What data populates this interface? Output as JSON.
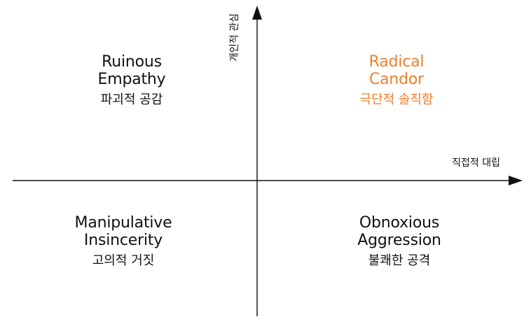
{
  "colors": {
    "axis": "#111111",
    "text": "#111111",
    "highlight": "#ee7f2d"
  },
  "axes": {
    "x_label": "직접적 대립",
    "y_label": "개인적 관심"
  },
  "quadrants": {
    "top_left": {
      "line1": "Ruinous",
      "line2": "Empathy",
      "korean": "파괴적 공감"
    },
    "top_right": {
      "line1": "Radical",
      "line2": "Candor",
      "korean": "극단적 솔직함"
    },
    "bottom_left": {
      "line1": "Manipulative",
      "line2": "Insincerity",
      "korean": "고의적 거짓"
    },
    "bottom_right": {
      "line1": "Obnoxious",
      "line2": "Aggression",
      "korean": "불쾌한 공격"
    }
  }
}
